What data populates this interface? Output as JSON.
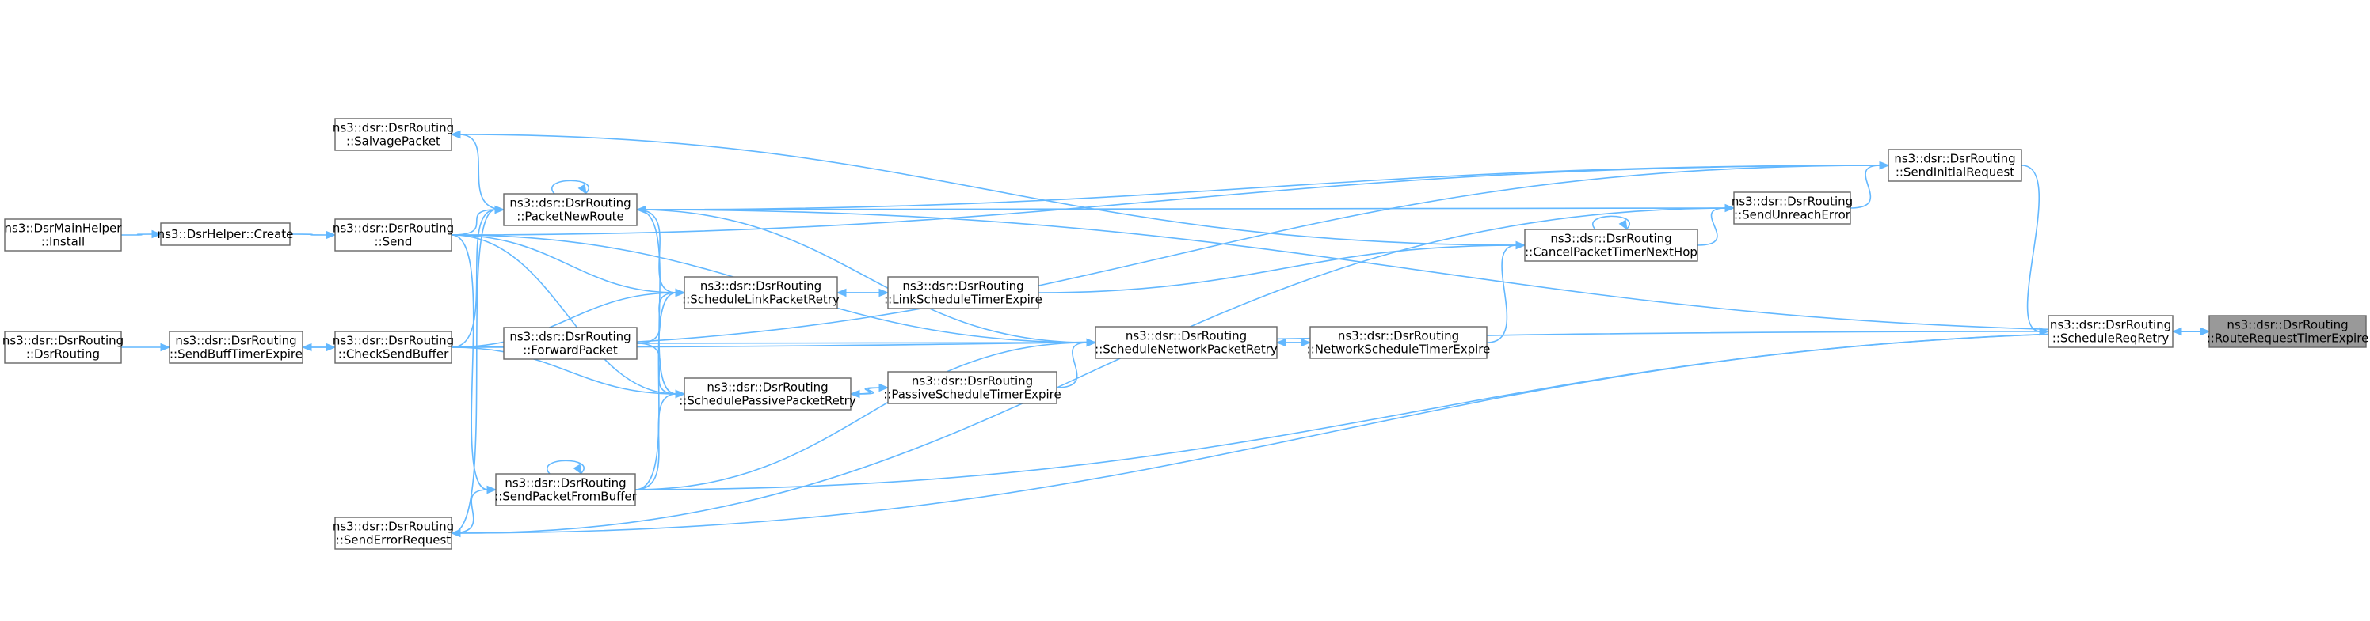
{
  "graph": {
    "nodes": [
      {
        "id": "dsrmainhelper_install",
        "lines": [
          "ns3::DsrMainHelper",
          "::Install"
        ],
        "highlight": false
      },
      {
        "id": "dsrhelper_create",
        "lines": [
          "ns3::DsrHelper::Create"
        ],
        "highlight": false
      },
      {
        "id": "dsrrouting_ctor",
        "lines": [
          "ns3::dsr::DsrRouting",
          "::DsrRouting"
        ],
        "highlight": false
      },
      {
        "id": "sendbufftimerexpire",
        "lines": [
          "ns3::dsr::DsrRouting",
          "::SendBuffTimerExpire"
        ],
        "highlight": false
      },
      {
        "id": "salvagepacket",
        "lines": [
          "ns3::dsr::DsrRouting",
          "::SalvagePacket"
        ],
        "highlight": false
      },
      {
        "id": "send",
        "lines": [
          "ns3::dsr::DsrRouting",
          "::Send"
        ],
        "highlight": false
      },
      {
        "id": "checksendbuffer",
        "lines": [
          "ns3::dsr::DsrRouting",
          "::CheckSendBuffer"
        ],
        "highlight": false
      },
      {
        "id": "senderrorrequest",
        "lines": [
          "ns3::dsr::DsrRouting",
          "::SendErrorRequest"
        ],
        "highlight": false
      },
      {
        "id": "packetnewroute",
        "lines": [
          "ns3::dsr::DsrRouting",
          "::PacketNewRoute"
        ],
        "highlight": false
      },
      {
        "id": "forwardpacket",
        "lines": [
          "ns3::dsr::DsrRouting",
          "::ForwardPacket"
        ],
        "highlight": false
      },
      {
        "id": "sendpacketfrombuffer",
        "lines": [
          "ns3::dsr::DsrRouting",
          "::SendPacketFromBuffer"
        ],
        "highlight": false
      },
      {
        "id": "schedulelinkpacketretry",
        "lines": [
          "ns3::dsr::DsrRouting",
          "::ScheduleLinkPacketRetry"
        ],
        "highlight": false
      },
      {
        "id": "schedulepassivepacketretry",
        "lines": [
          "ns3::dsr::DsrRouting",
          "::SchedulePassivePacketRetry"
        ],
        "highlight": false
      },
      {
        "id": "linkscheduletimerexpire",
        "lines": [
          "ns3::dsr::DsrRouting",
          "::LinkScheduleTimerExpire"
        ],
        "highlight": false
      },
      {
        "id": "passivescheduletimerexpire",
        "lines": [
          "ns3::dsr::DsrRouting",
          "::PassiveScheduleTimerExpire"
        ],
        "highlight": false
      },
      {
        "id": "schedulenetworkpacketretry",
        "lines": [
          "ns3::dsr::DsrRouting",
          "::ScheduleNetworkPacketRetry"
        ],
        "highlight": false
      },
      {
        "id": "networkscheduletimerexpire",
        "lines": [
          "ns3::dsr::DsrRouting",
          "::NetworkScheduleTimerExpire"
        ],
        "highlight": false
      },
      {
        "id": "cancelpackettimernexthop",
        "lines": [
          "ns3::dsr::DsrRouting",
          "::CancelPacketTimerNextHop"
        ],
        "highlight": false
      },
      {
        "id": "sendunreacherror",
        "lines": [
          "ns3::dsr::DsrRouting",
          "::SendUnreachError"
        ],
        "highlight": false
      },
      {
        "id": "sendinitialrequest",
        "lines": [
          "ns3::dsr::DsrRouting",
          "::SendInitialRequest"
        ],
        "highlight": false
      },
      {
        "id": "schedulereqretry",
        "lines": [
          "ns3::dsr::DsrRouting",
          "::ScheduleReqRetry"
        ],
        "highlight": false
      },
      {
        "id": "routerequesttimerexpire",
        "lines": [
          "ns3::dsr::DsrRouting",
          "::RouteRequestTimerExpire"
        ],
        "highlight": true
      }
    ],
    "edges": [
      {
        "from": "dsrmainhelper_install",
        "to": "dsrhelper_create"
      },
      {
        "from": "dsrhelper_create",
        "to": "send"
      },
      {
        "from": "dsrrouting_ctor",
        "to": "sendbufftimerexpire"
      },
      {
        "from": "sendbufftimerexpire",
        "to": "checksendbuffer"
      },
      {
        "from": "checksendbuffer",
        "to": "sendbufftimerexpire"
      },
      {
        "from": "send",
        "to": "packetnewroute"
      },
      {
        "from": "checksendbuffer",
        "to": "packetnewroute"
      },
      {
        "from": "senderrorrequest",
        "to": "packetnewroute"
      },
      {
        "from": "packetnewroute",
        "to": "packetnewroute"
      },
      {
        "from": "packetnewroute",
        "to": "salvagepacket"
      },
      {
        "from": "send",
        "to": "schedulelinkpacketretry"
      },
      {
        "from": "packetnewroute",
        "to": "schedulelinkpacketretry"
      },
      {
        "from": "checksendbuffer",
        "to": "schedulelinkpacketretry"
      },
      {
        "from": "sendpacketfrombuffer",
        "to": "schedulelinkpacketretry"
      },
      {
        "from": "forwardpacket",
        "to": "schedulelinkpacketretry"
      },
      {
        "from": "schedulelinkpacketretry",
        "to": "linkscheduletimerexpire"
      },
      {
        "from": "linkscheduletimerexpire",
        "to": "schedulelinkpacketretry"
      },
      {
        "from": "send",
        "to": "schedulepassivepacketretry"
      },
      {
        "from": "packetnewroute",
        "to": "schedulepassivepacketretry"
      },
      {
        "from": "checksendbuffer",
        "to": "schedulepassivepacketretry"
      },
      {
        "from": "forwardpacket",
        "to": "schedulepassivepacketretry"
      },
      {
        "from": "sendpacketfrombuffer",
        "to": "schedulepassivepacketretry"
      },
      {
        "from": "schedulepassivepacketretry",
        "to": "passivescheduletimerexpire"
      },
      {
        "from": "passivescheduletimerexpire",
        "to": "schedulepassivepacketretry"
      },
      {
        "from": "forwardpacket",
        "to": "schedulenetworkpacketretry"
      },
      {
        "from": "packetnewroute",
        "to": "schedulenetworkpacketretry"
      },
      {
        "from": "send",
        "to": "schedulenetworkpacketretry"
      },
      {
        "from": "sendpacketfrombuffer",
        "to": "schedulenetworkpacketretry"
      },
      {
        "from": "passivescheduletimerexpire",
        "to": "schedulenetworkpacketretry"
      },
      {
        "from": "schedulenetworkpacketretry",
        "to": "networkscheduletimerexpire"
      },
      {
        "from": "networkscheduletimerexpire",
        "to": "schedulenetworkpacketretry"
      },
      {
        "from": "send",
        "to": "sendpacketfrombuffer"
      },
      {
        "from": "senderrorrequest",
        "to": "sendpacketfrombuffer"
      },
      {
        "from": "sendpacketfrombuffer",
        "to": "sendpacketfrombuffer"
      },
      {
        "from": "linkscheduletimerexpire",
        "to": "cancelpackettimernexthop"
      },
      {
        "from": "networkscheduletimerexpire",
        "to": "cancelpackettimernexthop"
      },
      {
        "from": "cancelpackettimernexthop",
        "to": "cancelpackettimernexthop"
      },
      {
        "from": "cancelpackettimernexthop",
        "to": "salvagepacket"
      },
      {
        "from": "cancelpackettimernexthop",
        "to": "sendunreacherror"
      },
      {
        "from": "sendunreacherror",
        "to": "packetnewroute"
      },
      {
        "from": "sendunreacherror",
        "to": "senderrorrequest"
      },
      {
        "from": "sendunreacherror",
        "to": "sendinitialrequest"
      },
      {
        "from": "send",
        "to": "sendinitialrequest"
      },
      {
        "from": "packetnewroute",
        "to": "sendinitialrequest"
      },
      {
        "from": "checksendbuffer",
        "to": "sendinitialrequest"
      },
      {
        "from": "sendinitialrequest",
        "to": "schedulereqretry"
      },
      {
        "from": "checksendbuffer",
        "to": "schedulereqretry"
      },
      {
        "from": "schedulereqretry",
        "to": "routerequesttimerexpire"
      },
      {
        "from": "routerequesttimerexpire",
        "to": "schedulereqretry"
      },
      {
        "from": "packetnewroute",
        "to": "routerequesttimerexpire"
      },
      {
        "from": "senderrorrequest",
        "to": "routerequesttimerexpire"
      },
      {
        "from": "sendpacketfrombuffer",
        "to": "routerequesttimerexpire"
      }
    ]
  }
}
